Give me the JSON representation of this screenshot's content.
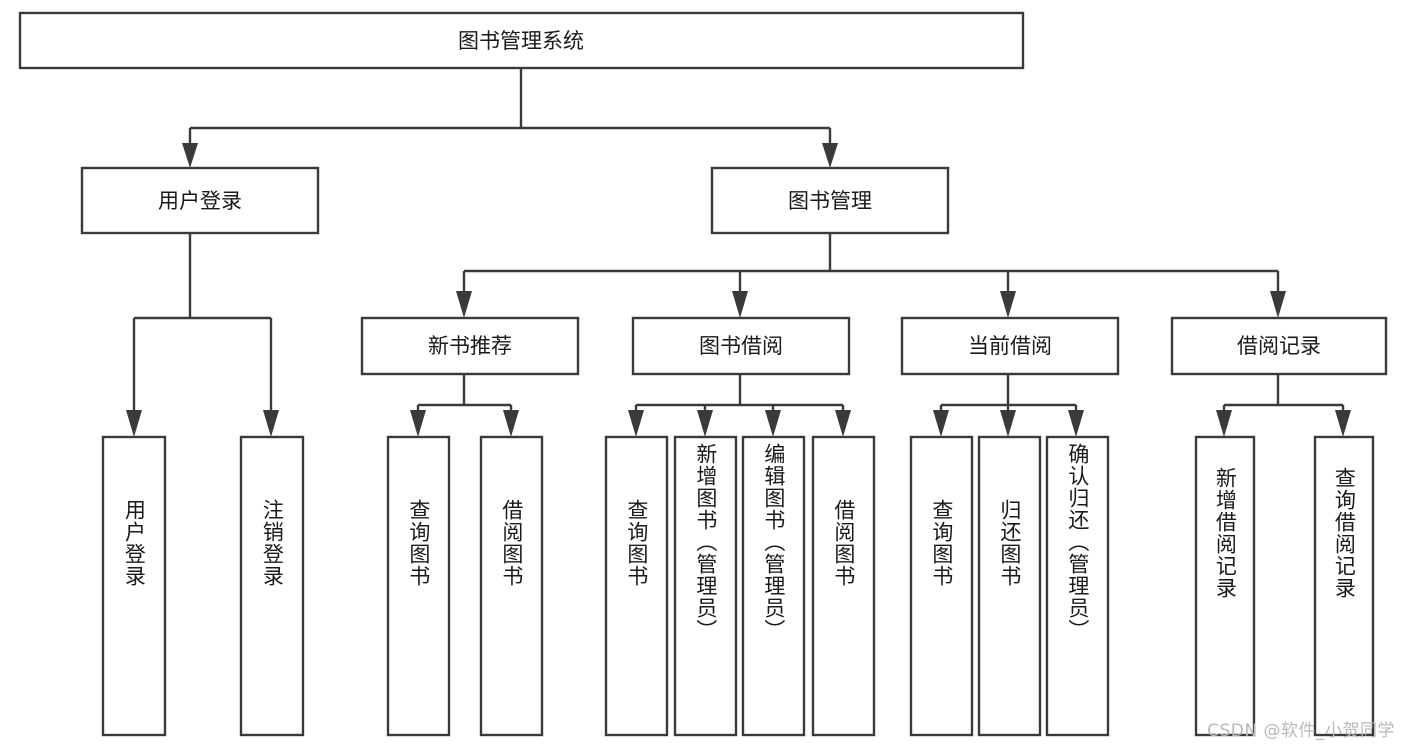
{
  "diagram": {
    "type": "tree-hierarchy-chart",
    "title": "图书管理系统",
    "watermark": "CSDN @软件_小贺同学",
    "colors": {
      "box_stroke": "#3a3a3a",
      "box_fill": "#ffffff",
      "text": "#1a1a1a",
      "watermark": "#b9b9b9",
      "background": "#ffffff"
    },
    "root": {
      "label": "图书管理系统"
    },
    "level2": [
      {
        "label": "用户登录"
      },
      {
        "label": "图书管理"
      }
    ],
    "level3": [
      {
        "label": "新书推荐"
      },
      {
        "label": "图书借阅"
      },
      {
        "label": "当前借阅"
      },
      {
        "label": "借阅记录"
      }
    ],
    "leaves": {
      "user_login": [
        {
          "label": "用户登录"
        },
        {
          "label": "注销登录"
        }
      ],
      "new_book_recommend": [
        {
          "label": "查询图书"
        },
        {
          "label": "借阅图书"
        }
      ],
      "book_borrow": [
        {
          "label": "查询图书"
        },
        {
          "label": "新增图书（管理员）"
        },
        {
          "label": "编辑图书（管理员）"
        },
        {
          "label": "借阅图书"
        }
      ],
      "current_borrow": [
        {
          "label": "查询图书"
        },
        {
          "label": "归还图书"
        },
        {
          "label": "确认归还（管理员）"
        }
      ],
      "borrow_record": [
        {
          "label": "新增借阅记录"
        },
        {
          "label": "查询借阅记录"
        }
      ]
    }
  }
}
